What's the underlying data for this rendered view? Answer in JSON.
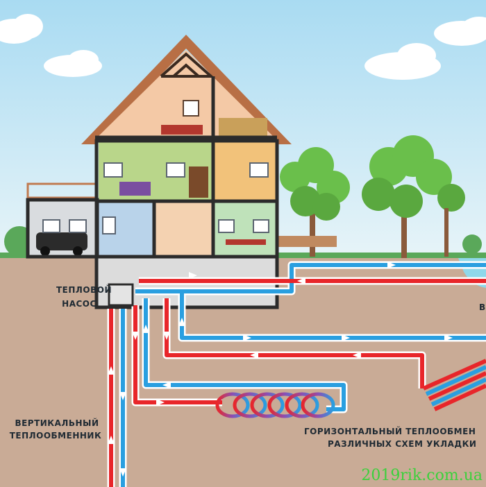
{
  "labels": {
    "heat_pump_line1": "ТЕПЛОВОЙ",
    "heat_pump_line2": "НАСОС",
    "vertical_line1": "ВЕРТИКАЛЬНЫЙ",
    "vertical_line2": "ТЕПЛООБМЕННИК",
    "horizontal_line1": "ГОРИЗОНТАЛЬНЫЙ ТЕПЛООБМЕН",
    "horizontal_line2": "РАЗЛИЧНЫХ СХЕМ УКЛАДКИ",
    "partial_right": "В"
  },
  "watermark": "2019rik.com.ua",
  "colors": {
    "sky": "#d2ecf7",
    "ground": "#c9ab96",
    "grass": "#5aa85a",
    "hot_pipe": "#e8262a",
    "cold_pipe": "#2a9fe0",
    "pipe_outline": "#ffffff",
    "house_frame": "#2b2b2b",
    "roof": "#b86f45",
    "tree_leaves": "#6abf4b",
    "tree_trunk": "#8a5a3b",
    "watermark": "#3bd13b"
  }
}
